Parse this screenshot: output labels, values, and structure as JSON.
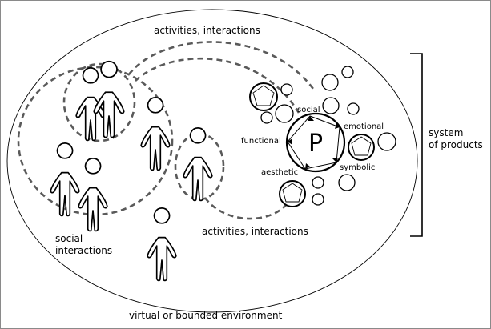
{
  "diagram": {
    "environment_label": "virtual or bounded environment",
    "activities_top": "activities, interactions",
    "activities_bottom": "activities, interactions",
    "social_interactions": [
      "social",
      "interactions"
    ],
    "product_symbol": "P",
    "product_dimensions": {
      "social": "social",
      "emotional": "emotional",
      "functional": "functional",
      "symbolic": "symbolic",
      "aesthetic": "aesthetic"
    },
    "system_label": [
      "system",
      "of products"
    ],
    "colors": {
      "dashed": "#5a5a5a",
      "stroke": "#000000",
      "frame": "#8a8a8a"
    }
  }
}
